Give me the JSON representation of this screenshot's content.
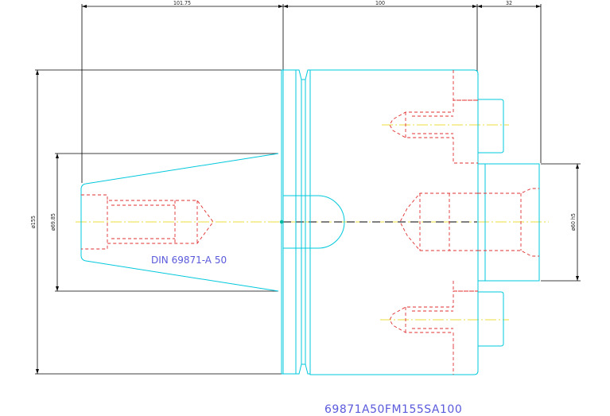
{
  "drawing": {
    "part_number": "69871A50FM155SA100",
    "taper_label": "DIN 69871-A 50",
    "dimensions": {
      "taper_length": "101.75",
      "body_length": "100",
      "pilot_length": "32",
      "body_diameter": "ø155",
      "taper_diameter": "ø69.85",
      "pilot_diameter": "ø60 h5"
    },
    "colors": {
      "outline": "#00c8dc",
      "hidden": "#e03030",
      "centerline": "#e6d200",
      "dimension": "#000000",
      "label": "#5a5adc"
    }
  }
}
